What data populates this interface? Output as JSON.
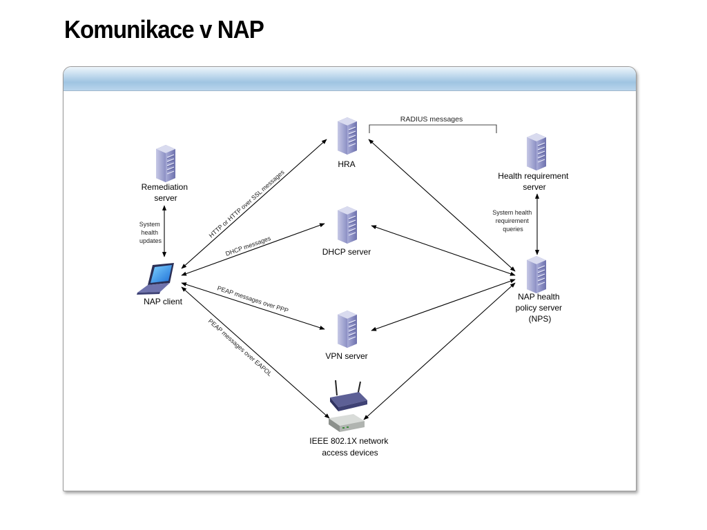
{
  "title": "Komunikace v NAP",
  "nodes": {
    "remediation": [
      "Remediation",
      "server"
    ],
    "hra": [
      "HRA"
    ],
    "health_req": [
      "Health requirement",
      "server"
    ],
    "dhcp": [
      "DHCP server"
    ],
    "nap_client": [
      "NAP client"
    ],
    "nps": [
      "NAP health",
      "policy server",
      "(NPS)"
    ],
    "vpn": [
      "VPN server"
    ],
    "ieee": [
      "IEEE 802.1X network",
      "access devices"
    ]
  },
  "edge_labels": {
    "radius": "RADIUS messages",
    "sys_updates": [
      "System",
      "health",
      "updates"
    ],
    "sys_queries": [
      "System health",
      "requirement",
      "queries"
    ],
    "http": "HTTP or HTTP over SSL messages",
    "dhcp_msgs": "DHCP messages",
    "peap_ppp": "PEAP messages over PPP",
    "peap_eapol": "PEAP messages over EAPOL"
  },
  "colors": {
    "server_body": "#8f93c9",
    "header_blue": "#9fc4e2"
  }
}
